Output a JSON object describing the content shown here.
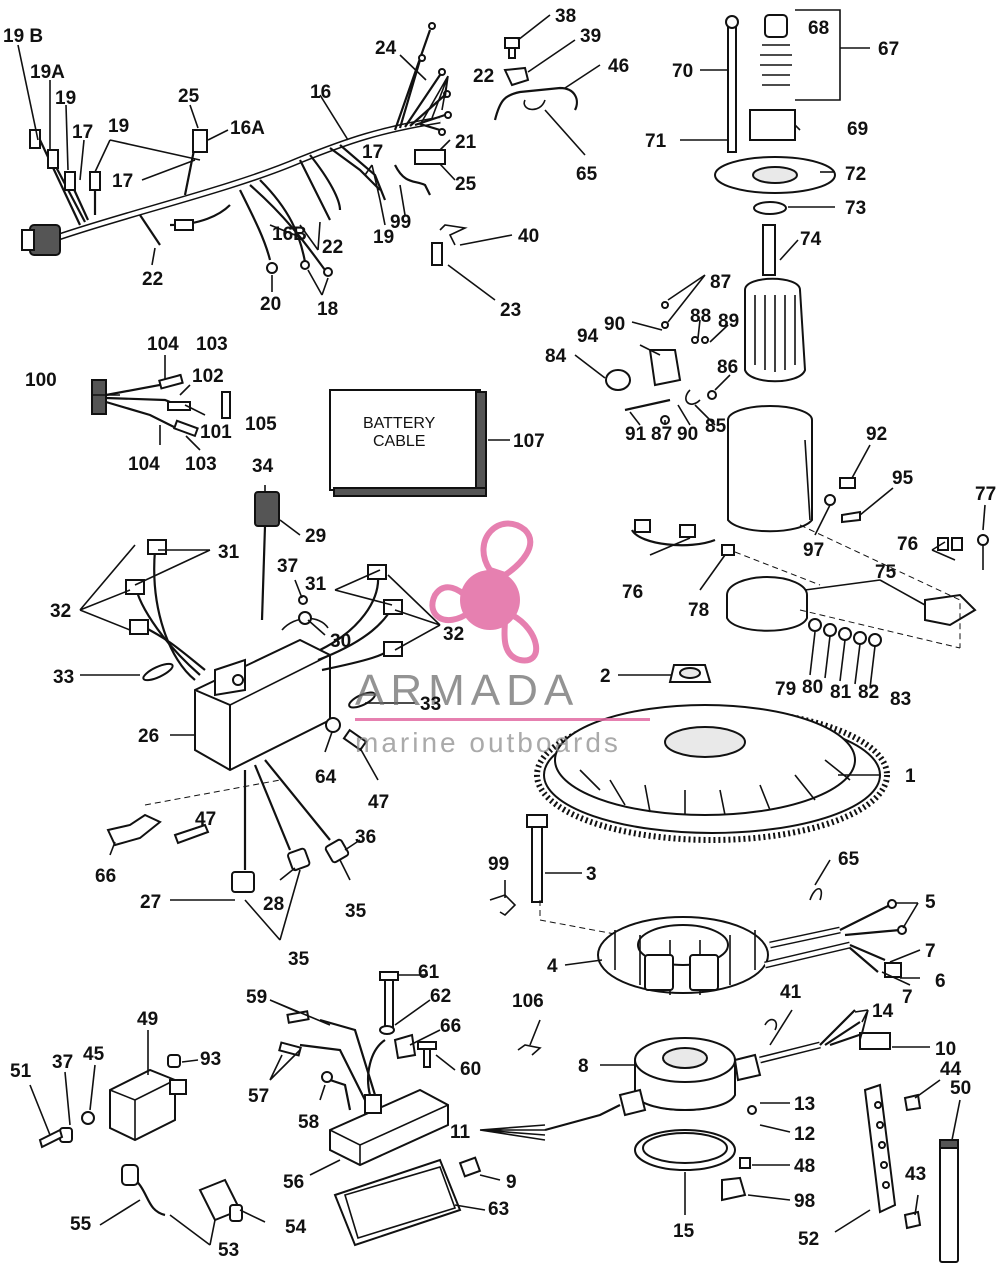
{
  "box_text": {
    "line1": "BATTERY",
    "line2": "CABLE"
  },
  "watermark": {
    "brand": "ARMADA",
    "tagline": "marine outboards",
    "logo": "propeller-logo",
    "color": "#e26aa3"
  },
  "labels": {
    "l1": "1",
    "l2": "2",
    "l3": "3",
    "l4": "4",
    "l5": "5",
    "l6": "6",
    "l7a": "7",
    "l7b": "7",
    "l8": "8",
    "l9": "9",
    "l10": "10",
    "l11": "11",
    "l12": "12",
    "l13": "13",
    "l14": "14",
    "l15": "15",
    "l16": "16",
    "l16a": "16A",
    "l16b": "16B",
    "l17a": "17",
    "l17b": "17",
    "l17c": "17",
    "l18": "18",
    "l19a": "19",
    "l19b": "19",
    "l19c": "19",
    "l19A": "19A",
    "l19B": "19 B",
    "l20": "20",
    "l21": "21",
    "l22a": "22",
    "l22b": "22",
    "l22c": "22",
    "l23": "23",
    "l24": "24",
    "l25a": "25",
    "l25b": "25",
    "l26": "26",
    "l27": "27",
    "l28": "28",
    "l29": "29",
    "l30": "30",
    "l31a": "31",
    "l31b": "31",
    "l32a": "32",
    "l32b": "32",
    "l33a": "33",
    "l33b": "33",
    "l34": "34",
    "l35a": "35",
    "l35b": "35",
    "l36": "36",
    "l37a": "37",
    "l37b": "37",
    "l38": "38",
    "l39": "39",
    "l40": "40",
    "l41": "41",
    "l43": "43",
    "l44": "44",
    "l45": "45",
    "l46": "46",
    "l47a": "47",
    "l47b": "47",
    "l48": "48",
    "l49": "49",
    "l50": "50",
    "l51": "51",
    "l52": "52",
    "l53": "53",
    "l54": "54",
    "l55": "55",
    "l56": "56",
    "l57": "57",
    "l58": "58",
    "l59": "59",
    "l60": "60",
    "l61": "61",
    "l62": "62",
    "l63": "63",
    "l64": "64",
    "l65a": "65",
    "l65b": "65",
    "l66a": "66",
    "l66b": "66",
    "l67": "67",
    "l68": "68",
    "l69": "69",
    "l70": "70",
    "l71": "71",
    "l72": "72",
    "l73": "73",
    "l74": "74",
    "l75": "75",
    "l76a": "76",
    "l76b": "76",
    "l77": "77",
    "l78": "78",
    "l79": "79",
    "l80": "80",
    "l81": "81",
    "l82": "82",
    "l83": "83",
    "l84": "84",
    "l85": "85",
    "l86": "86",
    "l87a": "87",
    "l87b": "87",
    "l88": "88",
    "l89": "89",
    "l90a": "90",
    "l90b": "90",
    "l91": "91",
    "l92": "92",
    "l93": "93",
    "l94": "94",
    "l95": "95",
    "l97": "97",
    "l98": "98",
    "l99a": "99",
    "l99b": "99",
    "l100": "100",
    "l101": "101",
    "l102": "102",
    "l103a": "103",
    "l103b": "103",
    "l104a": "104",
    "l104b": "104",
    "l105": "105",
    "l106": "106",
    "l107": "107"
  }
}
